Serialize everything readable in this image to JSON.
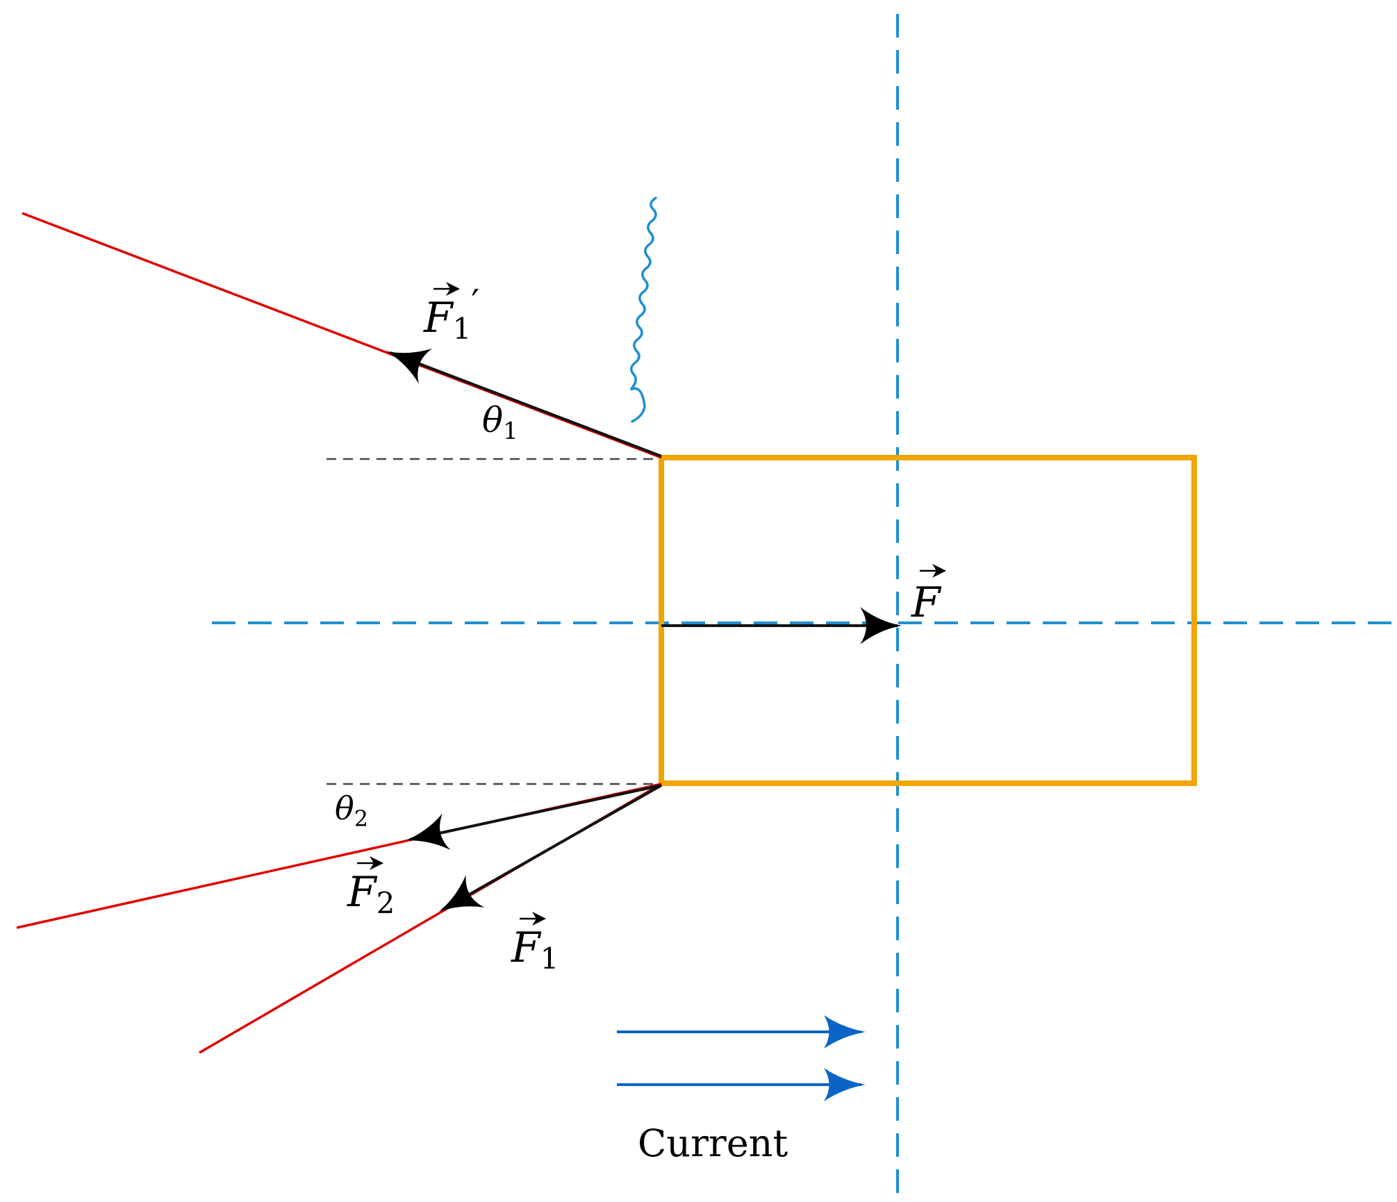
{
  "labels": {
    "force_f1_prime": {
      "base": "F",
      "sub": "1",
      "prime": "′"
    },
    "theta_1": {
      "base": "θ",
      "sub": "1"
    },
    "force_f": {
      "base": "F"
    },
    "theta_2": {
      "base": "θ",
      "sub": "2"
    },
    "force_f2": {
      "base": "F",
      "sub": "2"
    },
    "force_f1": {
      "base": "F",
      "sub": "1"
    },
    "current": "Current"
  },
  "colors": {
    "box": "#F0A500",
    "rope": "#E00000",
    "axis": "#1E8FD0",
    "current_arrow": "#0A64C8",
    "force_arrow": "#000000",
    "reference_dash": "#444444"
  }
}
